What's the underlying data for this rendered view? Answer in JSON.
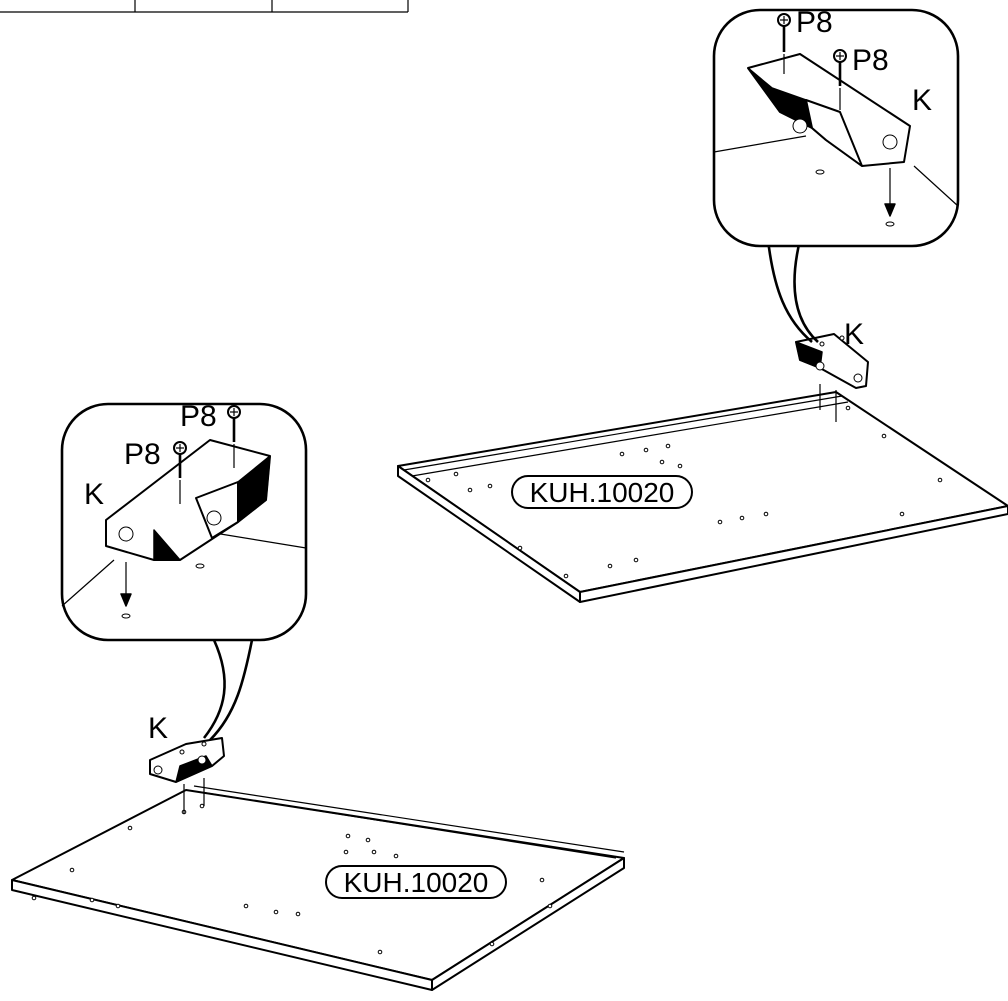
{
  "labels": {
    "part_code": "KUH.10020",
    "bracket": "K",
    "screw": "P8"
  }
}
